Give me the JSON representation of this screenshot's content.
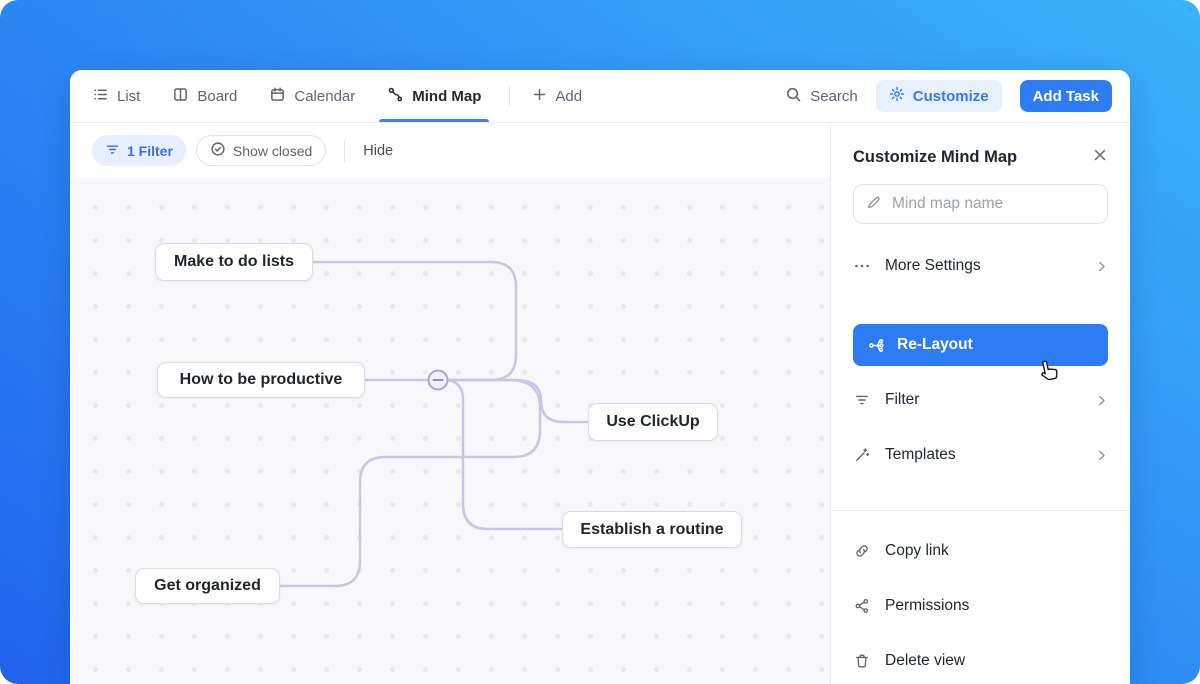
{
  "tabbar": {
    "tabs": [
      {
        "label": "List"
      },
      {
        "label": "Board"
      },
      {
        "label": "Calendar"
      },
      {
        "label": "Mind Map"
      }
    ],
    "add_label": "Add",
    "search_label": "Search",
    "customize_label": "Customize",
    "add_task_label": "Add Task"
  },
  "filter_bar": {
    "filter_count_label": "1 Filter",
    "show_closed_label": "Show closed",
    "hide_label": "Hide"
  },
  "mindmap": {
    "nodes": [
      {
        "label": "Make to do lists"
      },
      {
        "label": "How to be productive"
      },
      {
        "label": "Use ClickUp"
      },
      {
        "label": "Establish a routine"
      },
      {
        "label": "Get organized"
      }
    ]
  },
  "panel": {
    "title": "Customize Mind Map",
    "name_placeholder": "Mind map name",
    "more_settings_label": "More Settings",
    "relayout_label": "Re-Layout",
    "filter_label": "Filter",
    "templates_label": "Templates",
    "copy_link_label": "Copy link",
    "permissions_label": "Permissions",
    "delete_view_label": "Delete view"
  },
  "colors": {
    "accent_blue": "#2e7cf3",
    "connector": "#c7c4ee",
    "canvas_bg": "#f8f8fa",
    "frame_gradient_start": "#3bb2f9",
    "frame_gradient_end": "#2264ec"
  }
}
